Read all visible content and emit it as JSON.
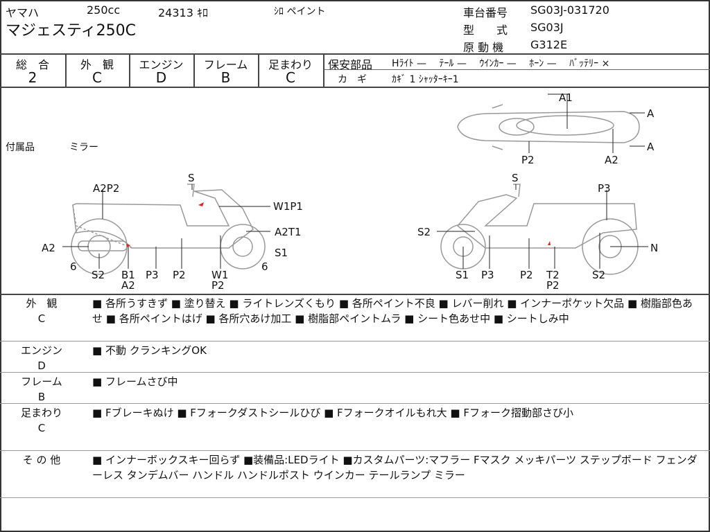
{
  "header": {
    "maker": "ヤマハ",
    "cc": "250cc",
    "mileage": "24313 ｷﾛ",
    "color": "ｼﾛ ペイント",
    "model": "マジェスティ250C",
    "chassis_label": "車台番号",
    "chassis_no": "SG03J-031720",
    "type_label": "型　　式",
    "type_value": "SG03J",
    "engine_label": "原 動 機",
    "engine_value": "G312E"
  },
  "scores": [
    {
      "label": "総　合",
      "value": "2"
    },
    {
      "label": "外　観",
      "value": "C"
    },
    {
      "label": "エンジン",
      "value": "D"
    },
    {
      "label": "フレーム",
      "value": "B"
    },
    {
      "label": "足まわり",
      "value": "C"
    }
  ],
  "safety": {
    "label": "保安部品",
    "items": "Hﾗｲﾄ —　 ﾃｰﾙ —　 ｳｲﾝｶｰ —　 ﾎｰﾝ —　 ﾊﾞｯﾃﾘｰ ×",
    "key_label": "カ　ギ",
    "key_value": "ｶｷﾞ 1 ｼｬｯﾀｰｷｰ1"
  },
  "accessories": {
    "label": "付属品",
    "value": "ミラー"
  },
  "diagram": {
    "top": [
      "A1",
      "A",
      "A",
      "P2",
      "A2"
    ],
    "left": [
      "S",
      "A2P2",
      "W1P1",
      "A2T1",
      "A2",
      "S1",
      "6",
      "6",
      "S2",
      "B1",
      "P3",
      "P2",
      "W1",
      "A2",
      "P2"
    ],
    "right": [
      "S",
      "P3",
      "S2",
      "N",
      "S1",
      "P3",
      "P2",
      "T2",
      "S2",
      "P2"
    ]
  },
  "remarks": [
    {
      "category": "外　観",
      "grade": "C",
      "text": "■ 各所うすきず ■ 塗り替え ■ ライトレンズくもり ■ 各所ペイント不良 ■ レバー削れ ■ インナーポケット欠品 ■ 樹脂部色あせ ■ 各所ペイントはげ ■ 各所穴あけ加工 ■ 樹脂部ペイントムラ ■ シート色あせ中 ■ シートしみ中"
    },
    {
      "category": "エンジン",
      "grade": "D",
      "text": "■ 不動 クランキングOK"
    },
    {
      "category": "フレーム",
      "grade": "B",
      "text": "■ フレームさび中"
    },
    {
      "category": "足まわり",
      "grade": "C",
      "text": "■ Fブレーキぬけ ■ Fフォークダストシールひび ■ Fフォークオイルもれ大 ■ Fフォーク摺動部さび小"
    },
    {
      "category": "そ の 他",
      "grade": "",
      "text": "■ インナーボックスキー回らず ■装備品:LEDライト ■カスタムパーツ:マフラー Fマスク メッキパーツ ステップボード フェンダーレス タンデムバー ハンドル ハンドルポスト ウインカー テールランプ ミラー"
    }
  ]
}
